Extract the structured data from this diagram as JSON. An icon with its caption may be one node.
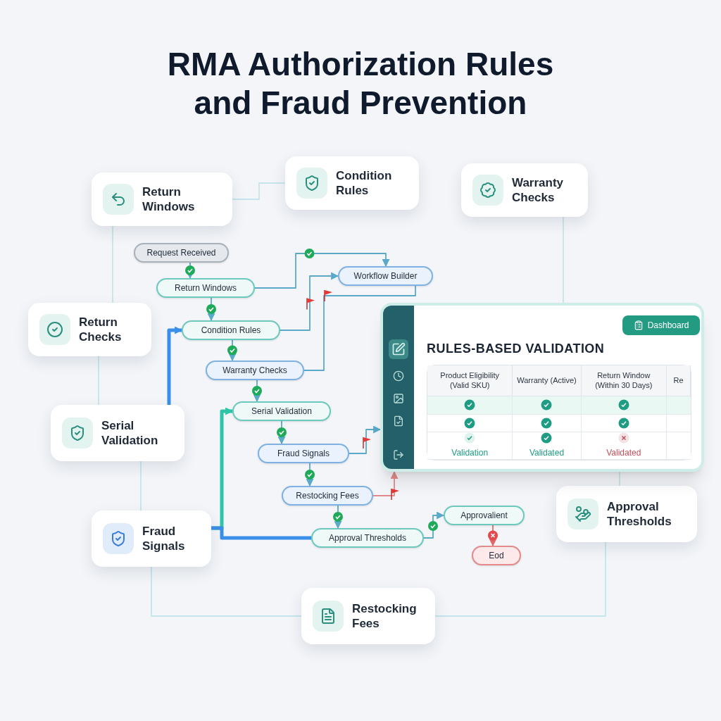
{
  "diagram": {
    "title": "RMA Authorization Rules and Fraud Prevention",
    "nodes": [
      {
        "text": [
          "Return Windows"
        ]
      },
      {
        "text": [
          "Condition Rules"
        ]
      },
      {
        "text": [
          "Warranty Checks"
        ]
      },
      {
        "text": [
          "Return Checks"
        ]
      },
      {
        "text": [
          "Serial Validation"
        ]
      },
      {
        "text": [
          "Fraud Signals"
        ]
      },
      {
        "text": [
          "Restocking Fees"
        ]
      },
      {
        "text": [
          "Approval Thresholds"
        ]
      },
      {
        "text": [
          "Request Received"
        ]
      },
      {
        "text": [
          "Return Windows"
        ]
      },
      {
        "text": [
          "Workflow Builder"
        ]
      },
      {
        "text": [
          "Condition Rules"
        ]
      },
      {
        "text": [
          "Warranty Checks"
        ]
      },
      {
        "text": [
          "Serial Validation"
        ]
      },
      {
        "text": [
          "Fraud Signals"
        ]
      },
      {
        "text": [
          "Restocking Fees"
        ]
      },
      {
        "text": [
          "Approval Thresholds"
        ]
      },
      {
        "text": [
          "Approvalient"
        ]
      },
      {
        "text": [
          "Eod"
        ]
      },
      {
        "text": [
          "RULES-BASED VALIDATION"
        ]
      },
      {
        "text": [
          "Dashboard"
        ],
        "in": 19
      }
    ],
    "edges": [
      {
        "from": 8,
        "to": 9,
        "arrow": "to"
      },
      {
        "from": 9,
        "to": 10,
        "arrow": "to"
      },
      {
        "from": 9,
        "to": 11,
        "arrow": "to"
      },
      {
        "from": 11,
        "to": 10,
        "arrow": "to"
      },
      {
        "from": 12,
        "to": 10,
        "arrow": "none"
      },
      {
        "from": 11,
        "to": 12,
        "arrow": "to"
      },
      {
        "from": 4,
        "to": 11,
        "arrow": "to",
        "style": "thick",
        "color": "#3b8fe8"
      },
      {
        "from": 12,
        "to": 13,
        "arrow": "to"
      },
      {
        "from": 13,
        "to": 14,
        "arrow": "to"
      },
      {
        "from": 14,
        "to": 19,
        "arrow": "to"
      },
      {
        "from": 15,
        "to": 19,
        "arrow": "to",
        "color": "#e08a8a"
      },
      {
        "from": 14,
        "to": 15,
        "arrow": "to"
      },
      {
        "from": 15,
        "to": 16,
        "arrow": "to"
      },
      {
        "from": 16,
        "to": 17,
        "arrow": "to"
      },
      {
        "from": 17,
        "to": 18,
        "arrow": "to",
        "color": "#e06a6a"
      },
      {
        "from": 5,
        "to": 13,
        "arrow": "to",
        "style": "thick",
        "color": "#2ec4a8"
      },
      {
        "from": 5,
        "to": 16,
        "arrow": "none",
        "style": "thick",
        "color": "#3b8fe8"
      },
      {
        "from": 0,
        "to": 1,
        "arrow": "none",
        "color": "#c4e6ea"
      },
      {
        "from": 0,
        "to": 3,
        "arrow": "none",
        "color": "#c4e6ea"
      },
      {
        "from": 3,
        "to": 4,
        "arrow": "none",
        "color": "#c4e6ea"
      },
      {
        "from": 4,
        "to": 5,
        "arrow": "none",
        "color": "#c4e6ea"
      },
      {
        "from": 5,
        "to": 6,
        "arrow": "none",
        "color": "#c4e6ea"
      },
      {
        "from": 2,
        "to": 19,
        "arrow": "none",
        "color": "#c4e6ea"
      },
      {
        "from": 7,
        "to": 19,
        "arrow": "none",
        "color": "#c4e6ea"
      },
      {
        "from": 6,
        "to": 7,
        "arrow": "none",
        "color": "#c4e6ea"
      }
    ],
    "labels": [
      "Product Eligibility (Valid SKU)",
      "Warranty (Active)",
      "Return Window (Within 30 Days)",
      "Re",
      "Validation",
      "Validated",
      "Validated"
    ]
  }
}
